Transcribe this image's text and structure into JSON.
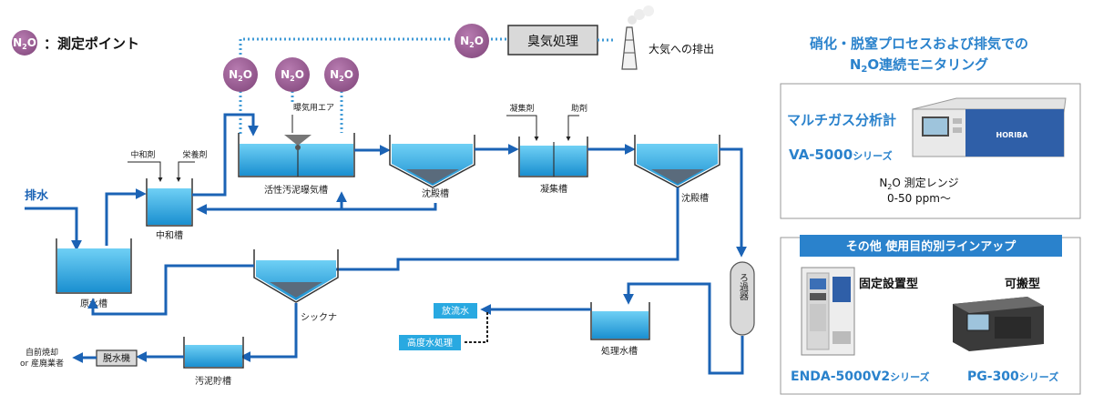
{
  "legend": {
    "n2o_badge": "N2O",
    "text": "：測定ポイント"
  },
  "n2o": {
    "main": "N",
    "sub": "2",
    "end": "O"
  },
  "process": {
    "inflow": "排水",
    "raw_tank": "原水槽",
    "neutral_agent": "中和剤",
    "nutrient_agent": "栄養剤",
    "neutral_tank": "中和槽",
    "aeration_air": "曝気用エア",
    "activated_sludge": "活性汚泥曝気槽",
    "settling1": "沈殿槽",
    "coagulant": "凝集剤",
    "aid": "助剤",
    "coag_tank": "凝集槽",
    "settling2": "沈殿槽",
    "filter": "ろ過器",
    "treated_tank": "処理水槽",
    "discharge": "放流水",
    "advanced": "高度水処理",
    "thickener": "シックナ",
    "sludge_tank": "汚泥貯槽",
    "dewater": "脱水機",
    "disposal_line1": "自前焼却",
    "disposal_line2": "or 産廃業者",
    "deodor": "臭気処理",
    "atmosphere": "大気への排出"
  },
  "right_panel": {
    "title_line1": "硝化・脱窒プロセスおよび排気での",
    "title_line2_suffix": "連続モニタリング",
    "product1_label": "マルチガス分析計",
    "product1_name": "VA-5000",
    "product1_series": "シリーズ",
    "brand": "HORIBA",
    "range_suffix": " 測定レンジ",
    "range_value": "0-50 ppm～",
    "lineup_header": "その他 使用目的別ラインアップ",
    "fixed_label": "固定設置型",
    "portable_label": "可搬型",
    "fixed_name": "ENDA-5000V2",
    "portable_name": "PG-300",
    "series": "シリーズ"
  },
  "colors": {
    "pipe": "#1b63b5",
    "n2o": "#9a5a93",
    "accent": "#2a82cc",
    "water": "#29a9e1"
  }
}
